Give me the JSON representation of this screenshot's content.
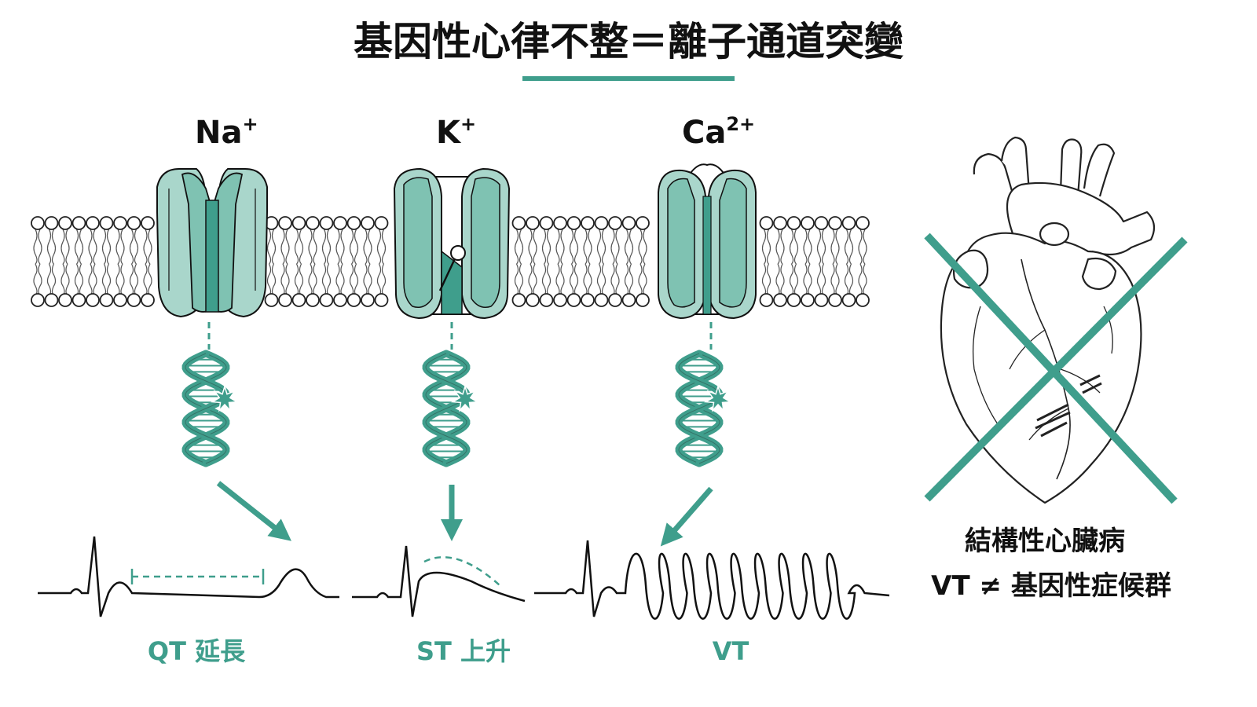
{
  "title": "基因性心律不整＝離子通道突變",
  "colors": {
    "teal": "#3f9e8c",
    "teal_light": "#a9d6cb",
    "teal_mid": "#7fc2b2",
    "ink": "#111111"
  },
  "channels": [
    {
      "ion": "Na",
      "charge": "+",
      "effect": "QT 延長"
    },
    {
      "ion": "K",
      "charge": "+",
      "effect": "ST 上升"
    },
    {
      "ion": "Ca",
      "charge": "2+",
      "effect": "VT"
    }
  ],
  "heart": {
    "caption_line1": "結構性心臟病",
    "caption_line2": "VT ≠ 基因性症候群"
  }
}
